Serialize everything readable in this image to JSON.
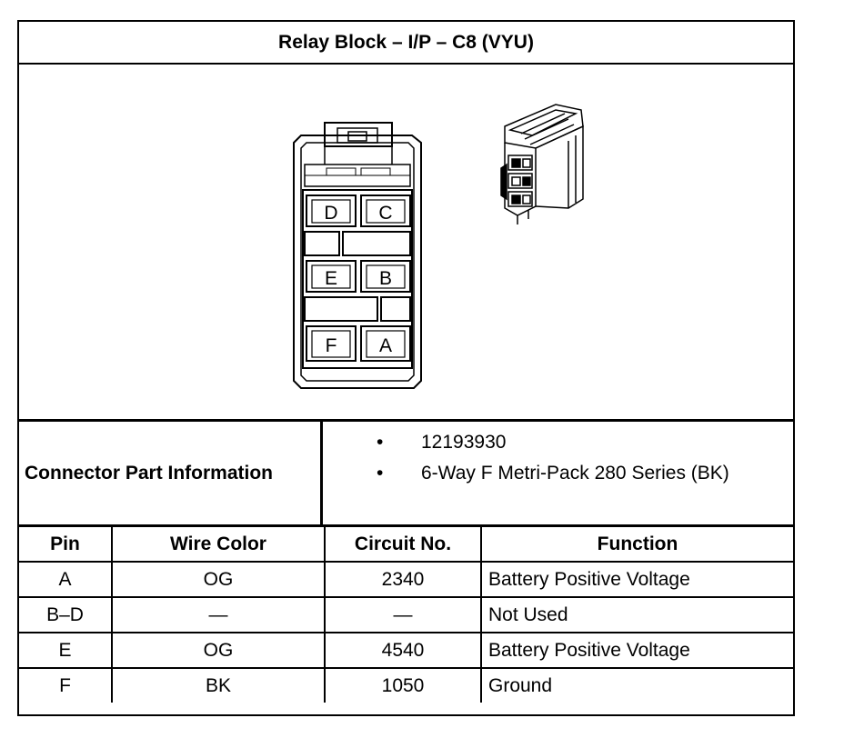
{
  "title": "Relay Block – I/P – C8 (VYU)",
  "diagram": {
    "cavity_labels": {
      "d": "D",
      "c": "C",
      "e": "E",
      "b": "B",
      "f": "F",
      "a": "A"
    }
  },
  "connector_info": {
    "label": "Connector Part Information",
    "items": [
      {
        "bullet": "•",
        "text": "12193930"
      },
      {
        "bullet": "•",
        "text": "6-Way F Metri-Pack 280 Series (BK)"
      }
    ]
  },
  "pin_table": {
    "headers": {
      "pin": "Pin",
      "wire_color": "Wire Color",
      "circuit_no": "Circuit No.",
      "function": "Function"
    },
    "rows": [
      {
        "pin": "A",
        "wire_color": "OG",
        "circuit_no": "2340",
        "function": "Battery Positive Voltage"
      },
      {
        "pin": "B–D",
        "wire_color": "—",
        "circuit_no": "—",
        "function": "Not Used"
      },
      {
        "pin": "E",
        "wire_color": "OG",
        "circuit_no": "4540",
        "function": "Battery Positive Voltage"
      },
      {
        "pin": "F",
        "wire_color": "BK",
        "circuit_no": "1050",
        "function": "Ground"
      }
    ]
  }
}
